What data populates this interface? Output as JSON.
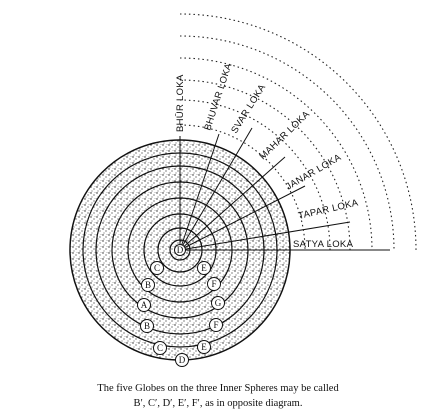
{
  "diagram": {
    "loka_labels": [
      "BHŪR LOKA",
      "BHUVAR LOKA",
      "SVAR LOKA",
      "MAHAR LOKA",
      "JANAR LOKA",
      "TAPAR LOKA",
      "SATYA LOKA"
    ],
    "centre_globe": "D",
    "globes": [
      "C",
      "E",
      "B",
      "F",
      "A",
      "G",
      "B",
      "F",
      "C",
      "E",
      "D"
    ]
  },
  "caption": {
    "line1": "The five Globes on the three Inner Spheres may be called",
    "line2": "B′, C′, D′, E′, F′, as in opposite diagram."
  }
}
